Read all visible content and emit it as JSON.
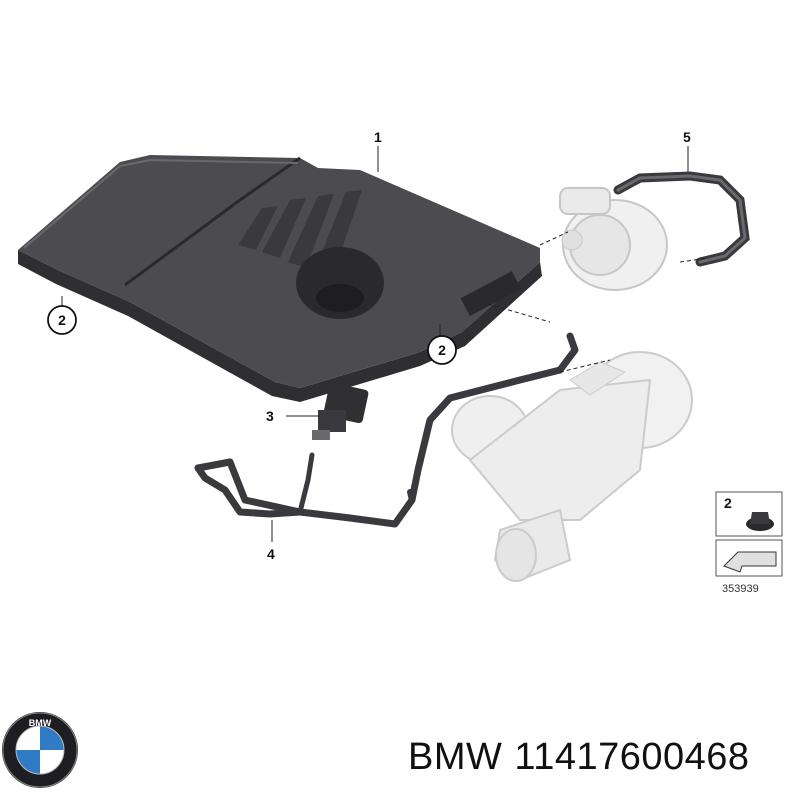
{
  "callouts": {
    "c1": "1",
    "c2a": "2",
    "c2b": "2",
    "c3": "3",
    "c4": "4",
    "c5": "5"
  },
  "inset": {
    "callout": "2",
    "diagram_id": "353939"
  },
  "brand": {
    "logo_text": "BMW",
    "logo_icon": "bmw-roundel-logo",
    "name": "BMW",
    "part_number": "11417600468"
  },
  "colors": {
    "cover": "#4a4a4e",
    "cover_dark": "#2f2f33",
    "hose": "#3a3a3e",
    "ghost_part": "#d8d8d8",
    "logo_blue": "#2f7bc4"
  }
}
